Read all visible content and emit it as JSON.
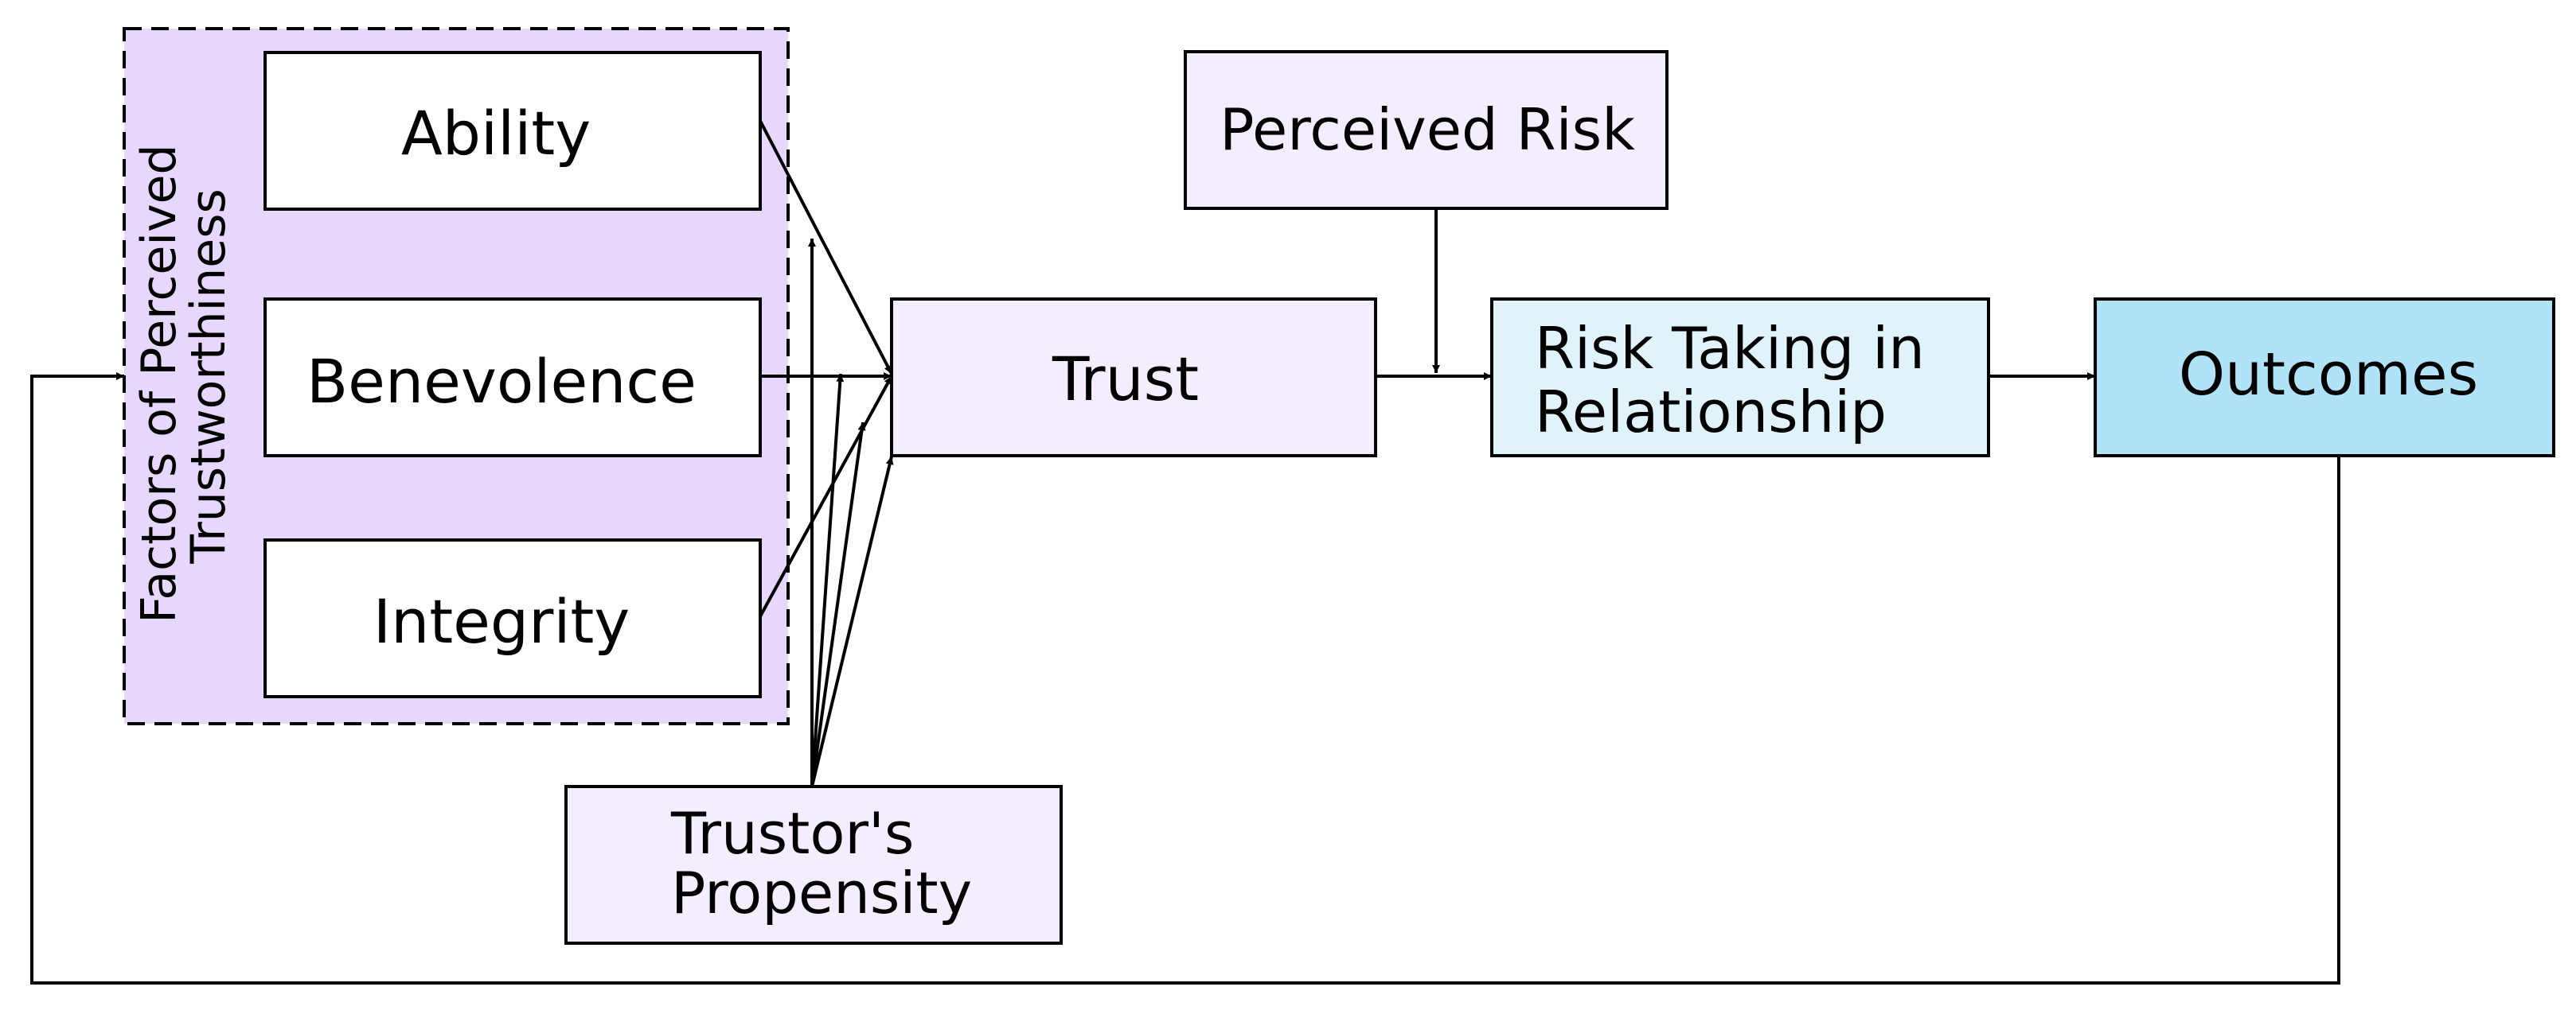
{
  "group": {
    "label_line1": "Factors of Perceived",
    "label_line2": "Trustworthiness",
    "fill": "#e6d7fd"
  },
  "nodes": {
    "ability": "Ability",
    "benevolence": "Benevolence",
    "integrity": "Integrity",
    "trust": "Trust",
    "perceived_risk": "Perceived Risk",
    "risk_taking_line1": "Risk Taking in",
    "risk_taking_line2": "Relationship",
    "outcomes": "Outcomes",
    "propensity_line1": "Trustor's",
    "propensity_line2": "Propensity"
  },
  "colors": {
    "lavender": "#f3edfd",
    "light_blue": "#e0f3fa",
    "blue": "#b0e3f8",
    "white": "#ffffff",
    "line": "#000000"
  }
}
